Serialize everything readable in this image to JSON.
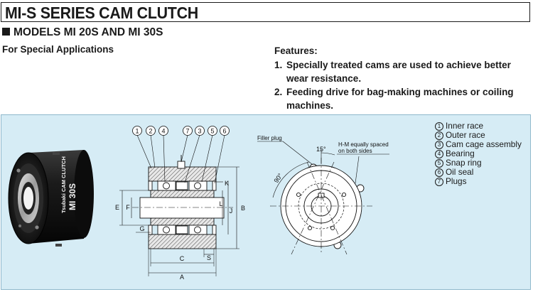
{
  "header": {
    "title": "MI-S SERIES CAM CLUTCH",
    "models": "MODELS MI 20S AND MI 30S",
    "special": "For Special Applications"
  },
  "features": {
    "heading": "Features:",
    "items": [
      {
        "num": "1.",
        "text": "Specially treated cams are used to achieve better wear resistance."
      },
      {
        "num": "2.",
        "text": "Feeding drive for bag-making machines or coiling machines."
      }
    ]
  },
  "photo": {
    "label_top": "Tsubaki CAM CLUTCH",
    "label_model": "MI 30S"
  },
  "section_view": {
    "callouts": [
      "1",
      "2",
      "4",
      "7",
      "3",
      "5",
      "6"
    ],
    "dims": {
      "E": "E",
      "F": "F",
      "G": "G",
      "C": "C",
      "A": "A",
      "S": "S",
      "K": "K",
      "L": "L",
      "J": "J",
      "B": "B"
    }
  },
  "front_view": {
    "filler_plug": "Filler plug",
    "angle_15": "15°",
    "angle_90": "90°",
    "hm_note_line1": "H-M equally spaced",
    "hm_note_line2": "on both sides"
  },
  "legend": [
    {
      "num": "1",
      "label": "Inner race"
    },
    {
      "num": "2",
      "label": "Outer race"
    },
    {
      "num": "3",
      "label": "Cam cage assembly"
    },
    {
      "num": "4",
      "label": "Bearing"
    },
    {
      "num": "5",
      "label": "Snap ring"
    },
    {
      "num": "6",
      "label": "Oil seal"
    },
    {
      "num": "7",
      "label": "Plugs"
    }
  ],
  "colors": {
    "panel_bg": "#d6ecf5",
    "text": "#1a1a1a"
  }
}
